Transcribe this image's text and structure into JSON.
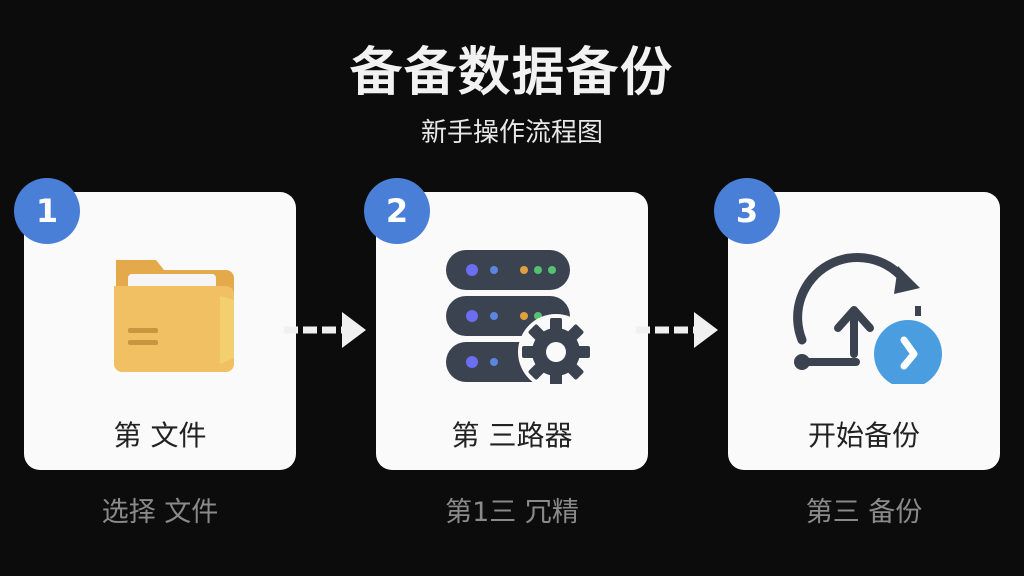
{
  "header": {
    "title": "备备数据备份",
    "subtitle": "新手操作流程图"
  },
  "steps": [
    {
      "number": "1",
      "label": "第 文件",
      "caption": "选择 文件",
      "icon": "folder-icon"
    },
    {
      "number": "2",
      "label": "第 三路器",
      "caption": "第1三 冗精",
      "icon": "database-gear-icon"
    },
    {
      "number": "3",
      "label": "开始备份",
      "caption": "第三 备份",
      "icon": "backup-clock-icon"
    }
  ],
  "colors": {
    "background": "#0c0c0c",
    "card": "#fafafa",
    "badge": "#4a7fd8",
    "folder": "#f0c063",
    "server": "#3c4350",
    "clock": "#4a9ee0"
  }
}
